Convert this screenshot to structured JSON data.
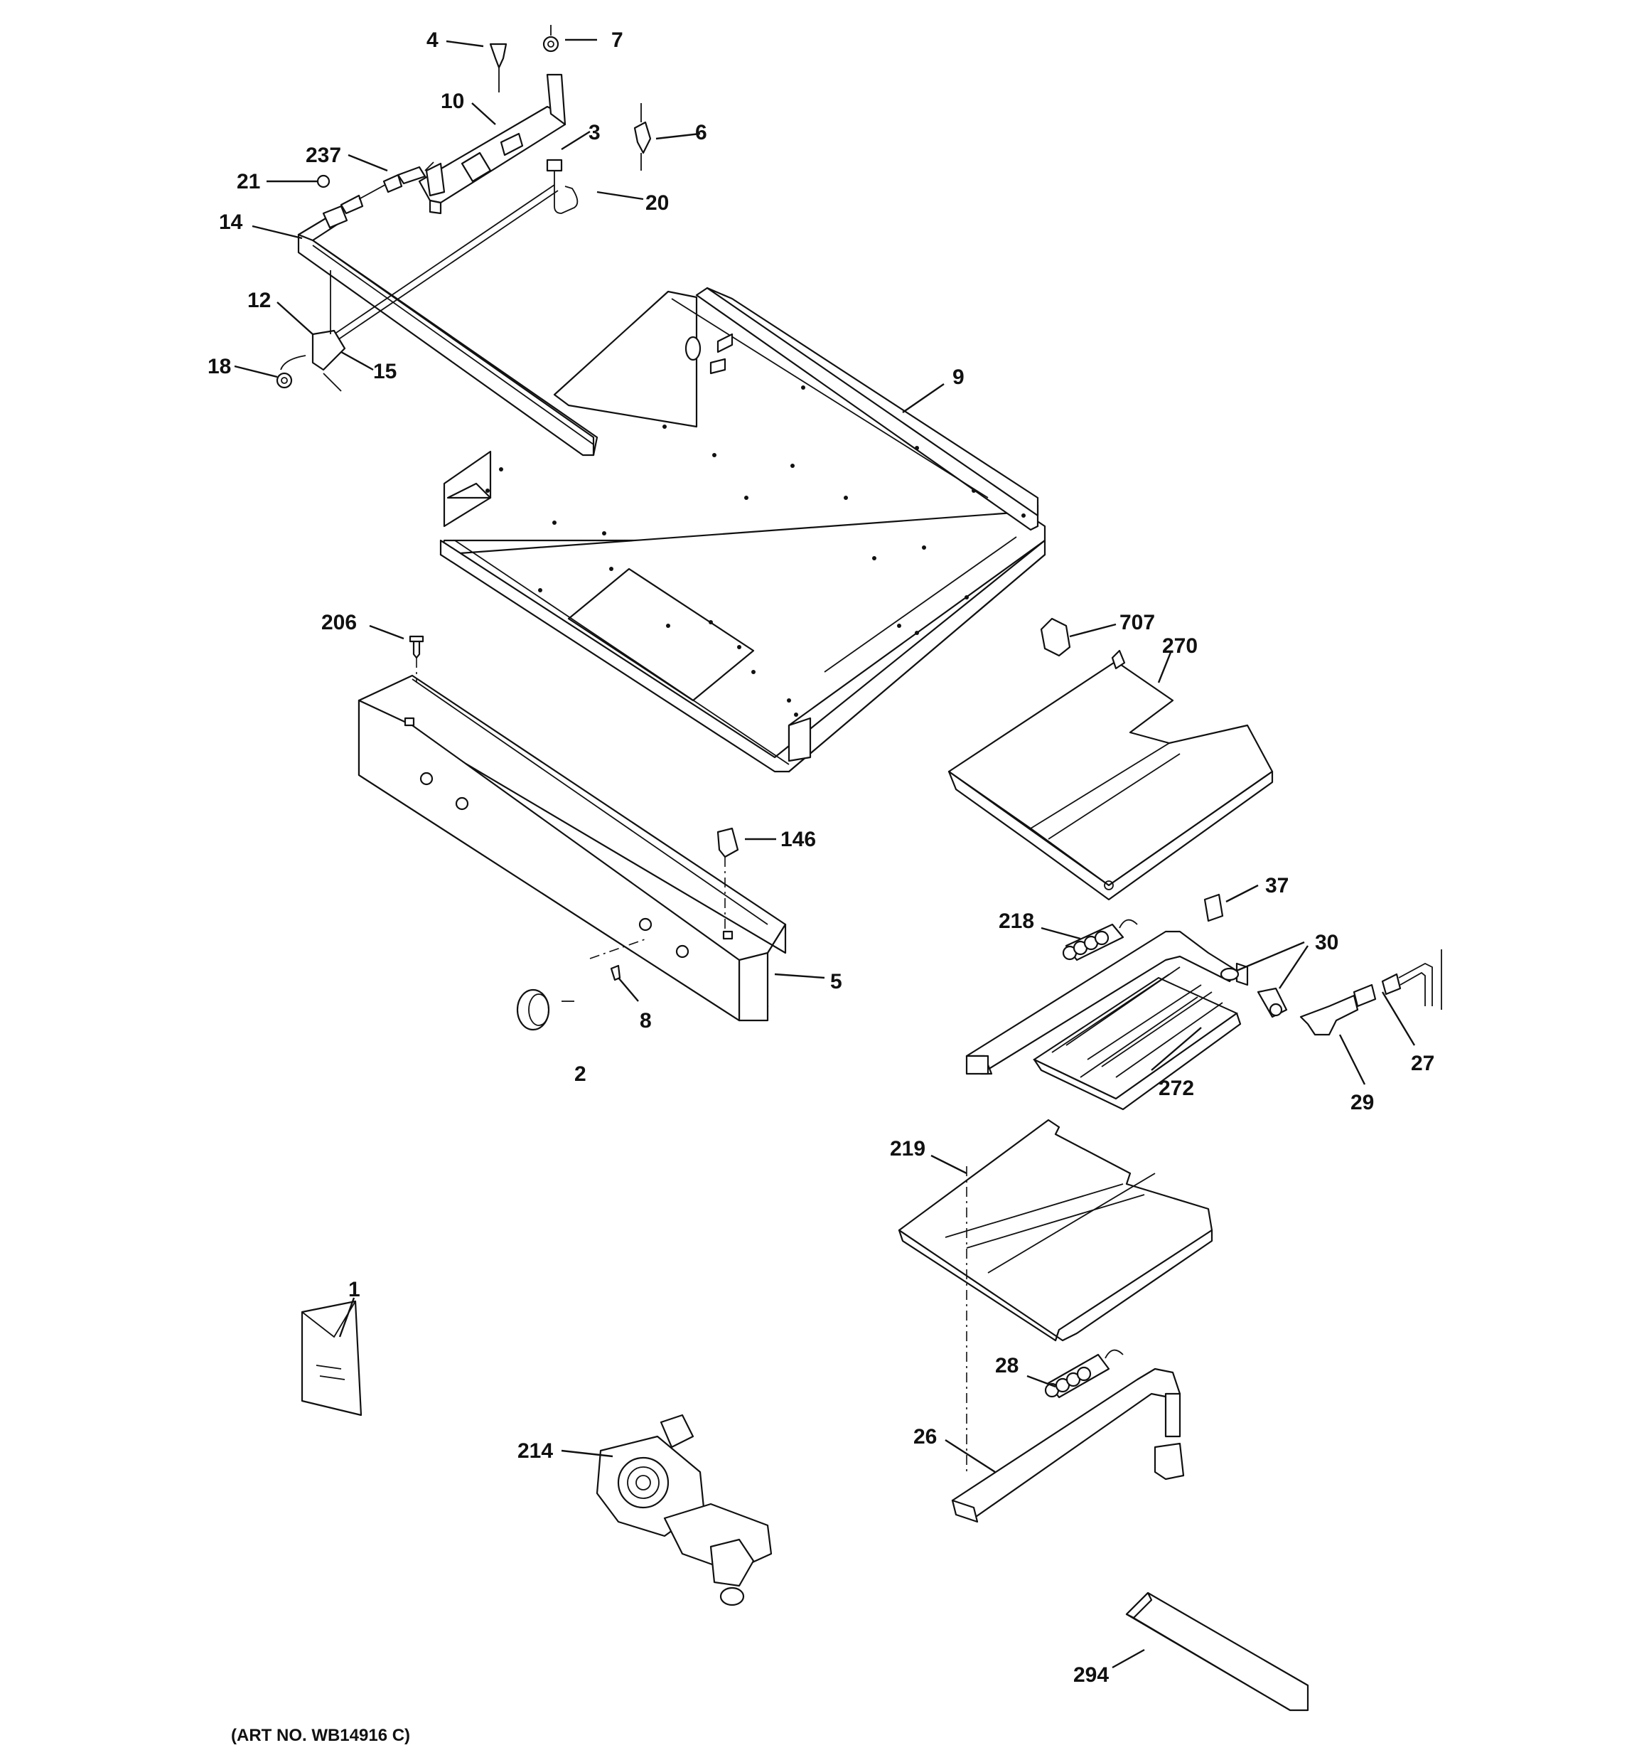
{
  "diagram": {
    "art_number": "(ART NO. WB14916 C)",
    "callouts": [
      {
        "id": "p4",
        "text": "4"
      },
      {
        "id": "p7",
        "text": "7"
      },
      {
        "id": "p10",
        "text": "10"
      },
      {
        "id": "p3",
        "text": "3"
      },
      {
        "id": "p6",
        "text": "6"
      },
      {
        "id": "p237",
        "text": "237"
      },
      {
        "id": "p21",
        "text": "21"
      },
      {
        "id": "p20",
        "text": "20"
      },
      {
        "id": "p14",
        "text": "14"
      },
      {
        "id": "p12",
        "text": "12"
      },
      {
        "id": "p18",
        "text": "18"
      },
      {
        "id": "p15",
        "text": "15"
      },
      {
        "id": "p9",
        "text": "9"
      },
      {
        "id": "p206",
        "text": "206"
      },
      {
        "id": "p707",
        "text": "707"
      },
      {
        "id": "p270",
        "text": "270"
      },
      {
        "id": "p146",
        "text": "146"
      },
      {
        "id": "p37",
        "text": "37"
      },
      {
        "id": "p218",
        "text": "218"
      },
      {
        "id": "p30",
        "text": "30"
      },
      {
        "id": "p5",
        "text": "5"
      },
      {
        "id": "p8",
        "text": "8"
      },
      {
        "id": "p2",
        "text": "2"
      },
      {
        "id": "p27",
        "text": "27"
      },
      {
        "id": "p272",
        "text": "272"
      },
      {
        "id": "p29",
        "text": "29"
      },
      {
        "id": "p219",
        "text": "219"
      },
      {
        "id": "p1",
        "text": "1"
      },
      {
        "id": "p28",
        "text": "28"
      },
      {
        "id": "p214",
        "text": "214"
      },
      {
        "id": "p26",
        "text": "26"
      },
      {
        "id": "p294",
        "text": "294"
      }
    ]
  }
}
